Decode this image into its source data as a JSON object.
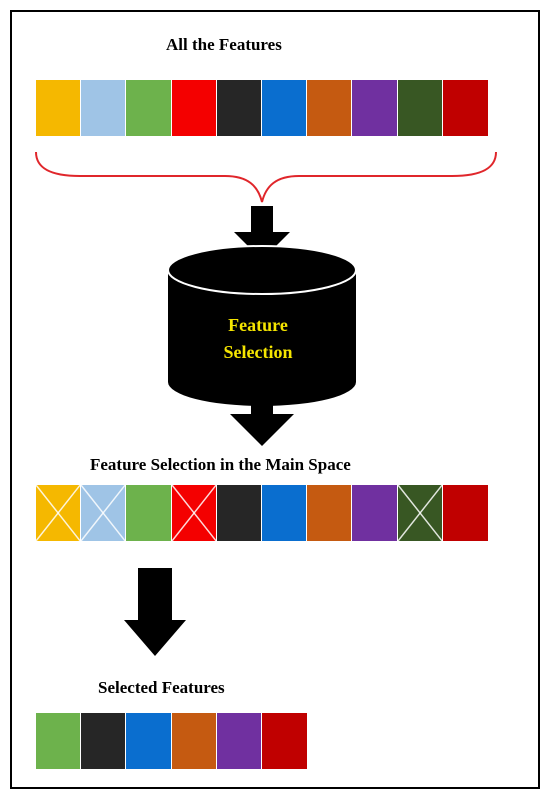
{
  "labels": {
    "all_features": "All the Features",
    "selection_main_space": "Feature Selection in the Main Space",
    "selected_features": "Selected Features",
    "cylinder_line1": "Feature",
    "cylinder_line2": "Selection"
  },
  "all_features": [
    {
      "color": "#f5b800",
      "crossed": false
    },
    {
      "color": "#9fc4e6",
      "crossed": false
    },
    {
      "color": "#6db24c",
      "crossed": false
    },
    {
      "color": "#f40000",
      "crossed": false
    },
    {
      "color": "#262626",
      "crossed": false
    },
    {
      "color": "#0a6ecf",
      "crossed": false
    },
    {
      "color": "#c55a11",
      "crossed": false
    },
    {
      "color": "#7030a0",
      "crossed": false
    },
    {
      "color": "#385723",
      "crossed": false
    },
    {
      "color": "#c00000",
      "crossed": false
    }
  ],
  "main_space": [
    {
      "color": "#f5b800",
      "crossed": true
    },
    {
      "color": "#9fc4e6",
      "crossed": true
    },
    {
      "color": "#6db24c",
      "crossed": false
    },
    {
      "color": "#f40000",
      "crossed": true
    },
    {
      "color": "#262626",
      "crossed": false
    },
    {
      "color": "#0a6ecf",
      "crossed": false
    },
    {
      "color": "#c55a11",
      "crossed": false
    },
    {
      "color": "#7030a0",
      "crossed": false
    },
    {
      "color": "#385723",
      "crossed": true
    },
    {
      "color": "#c00000",
      "crossed": false
    }
  ],
  "selected": [
    {
      "color": "#6db24c",
      "crossed": false
    },
    {
      "color": "#262626",
      "crossed": false
    },
    {
      "color": "#0a6ecf",
      "crossed": false
    },
    {
      "color": "#c55a11",
      "crossed": false
    },
    {
      "color": "#7030a0",
      "crossed": false
    },
    {
      "color": "#c00000",
      "crossed": false
    }
  ],
  "colors": {
    "brace": "#e0262b",
    "arrow": "#000000",
    "cylinder": "#000000",
    "cylinder_text": "#f5e500"
  }
}
